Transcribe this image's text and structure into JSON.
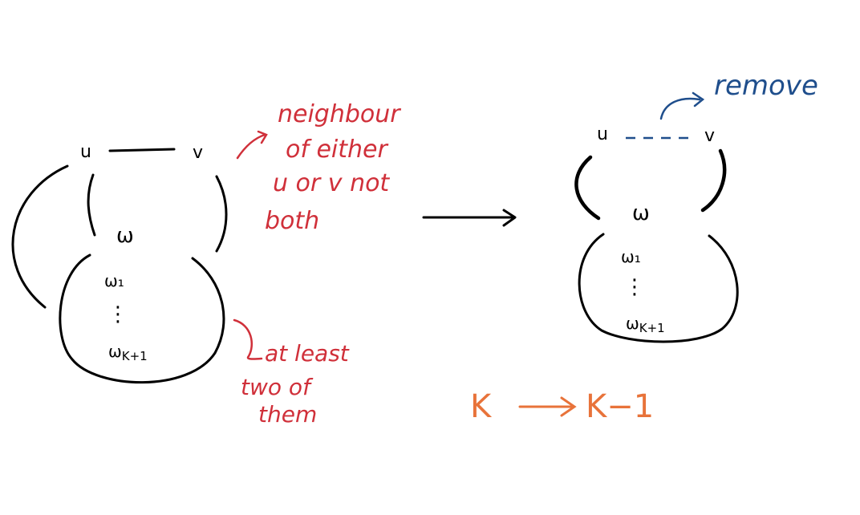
{
  "left_graph": {
    "vertex_u": "u",
    "vertex_v": "v",
    "vertex_w": "ω",
    "clique_first": "ω₁",
    "clique_dots": "⋮",
    "clique_last": "ω",
    "clique_last_sub": "K+1"
  },
  "annotations": {
    "neighbour_lines": [
      "neighbour",
      "of either",
      "u or v not",
      "both"
    ],
    "at_least_lines": [
      "at least",
      "two of",
      "them"
    ]
  },
  "right_graph": {
    "vertex_u": "u",
    "vertex_v": "v",
    "vertex_w": "ω",
    "clique_first": "ω₁",
    "clique_dots": "⋮",
    "clique_last": "ω",
    "clique_last_sub": "K+1",
    "remove_label": "remove"
  },
  "parameter_change": {
    "from": "K",
    "to": "K−1"
  },
  "colors": {
    "ink": "#000000",
    "annotation_red": "#d0303a",
    "remove_blue": "#1f4e8c",
    "orange": "#e8733a"
  }
}
